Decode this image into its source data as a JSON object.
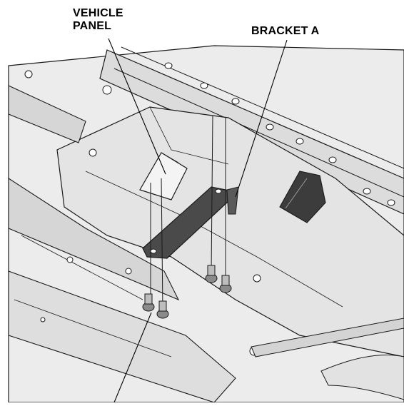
{
  "labels": {
    "vehicle_panel_line1": "VEHICLE",
    "vehicle_panel_line2": "PANEL",
    "bracket_a": "BRACKET A"
  },
  "colors": {
    "background": "#ffffff",
    "panel_fill": "#e6e6e6",
    "panel_shade": "#cfcfcf",
    "line": "#1a1a1a",
    "bracket": "#3a3a3a"
  }
}
